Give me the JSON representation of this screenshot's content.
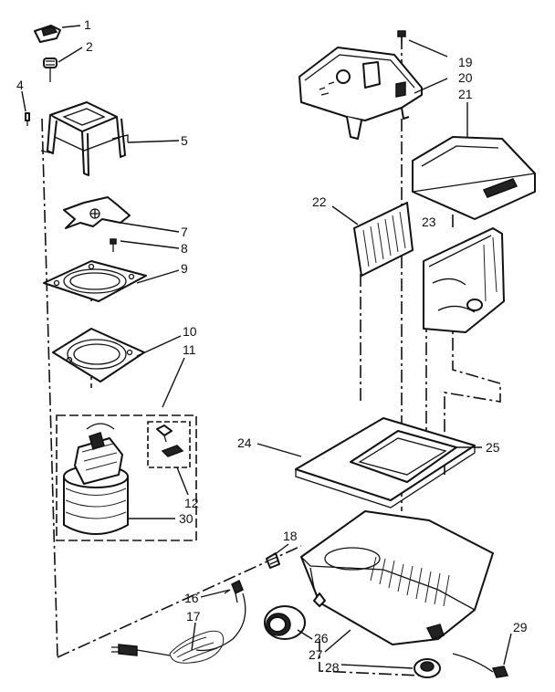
{
  "callouts": [
    {
      "id": "1",
      "text": "1"
    },
    {
      "id": "2",
      "text": "2"
    },
    {
      "id": "4",
      "text": "4"
    },
    {
      "id": "5",
      "text": "5"
    },
    {
      "id": "7",
      "text": "7"
    },
    {
      "id": "8",
      "text": "8"
    },
    {
      "id": "9",
      "text": "9"
    },
    {
      "id": "10",
      "text": "10"
    },
    {
      "id": "11",
      "text": "11"
    },
    {
      "id": "12",
      "text": "12"
    },
    {
      "id": "16",
      "text": "16"
    },
    {
      "id": "17",
      "text": "17"
    },
    {
      "id": "18",
      "text": "18"
    },
    {
      "id": "19",
      "text": "19"
    },
    {
      "id": "20",
      "text": "20"
    },
    {
      "id": "21",
      "text": "21"
    },
    {
      "id": "22",
      "text": "22"
    },
    {
      "id": "23",
      "text": "23"
    },
    {
      "id": "24",
      "text": "24"
    },
    {
      "id": "25",
      "text": "25"
    },
    {
      "id": "26",
      "text": "26"
    },
    {
      "id": "27",
      "text": "27"
    },
    {
      "id": "28",
      "text": "28"
    },
    {
      "id": "29",
      "text": "29"
    },
    {
      "id": "30",
      "text": "30"
    }
  ]
}
